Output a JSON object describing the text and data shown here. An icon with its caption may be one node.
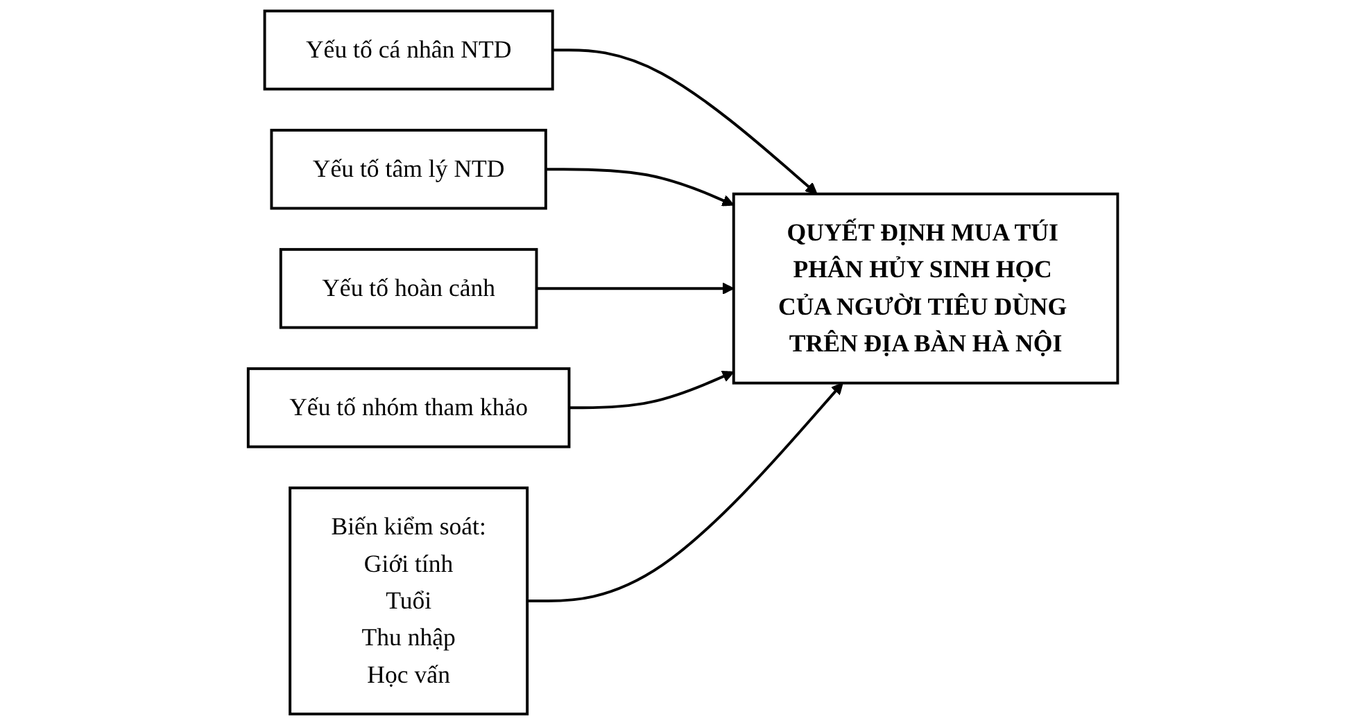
{
  "diagram": {
    "nodes": [
      {
        "text": [
          "Yếu tố cá nhân NTD"
        ]
      },
      {
        "text": [
          "Yếu tố tâm lý NTD"
        ]
      },
      {
        "text": [
          "Yếu tố hoàn cảnh"
        ]
      },
      {
        "text": [
          "Yếu tố nhóm tham khảo"
        ]
      },
      {
        "text": [
          "QUYẾT ĐỊNH MUA TÚI PHÂN HỦY SINH HỌC CỦA NGƯỜI TIÊU DÙNG TRÊN ĐỊA BÀN HÀ NỘI"
        ]
      },
      {
        "text": [
          "Biến kiểm soát:",
          "Giới tính",
          "Tuổi",
          "Thu nhập",
          "Học vấn"
        ]
      }
    ],
    "edges": [
      {
        "from": 0,
        "to": 4,
        "arrow": "to"
      },
      {
        "from": 1,
        "to": 4,
        "arrow": "to"
      },
      {
        "from": 2,
        "to": 4,
        "arrow": "to"
      },
      {
        "from": 3,
        "to": 4,
        "arrow": "to"
      },
      {
        "from": 5,
        "to": 4,
        "arrow": "to"
      }
    ]
  }
}
